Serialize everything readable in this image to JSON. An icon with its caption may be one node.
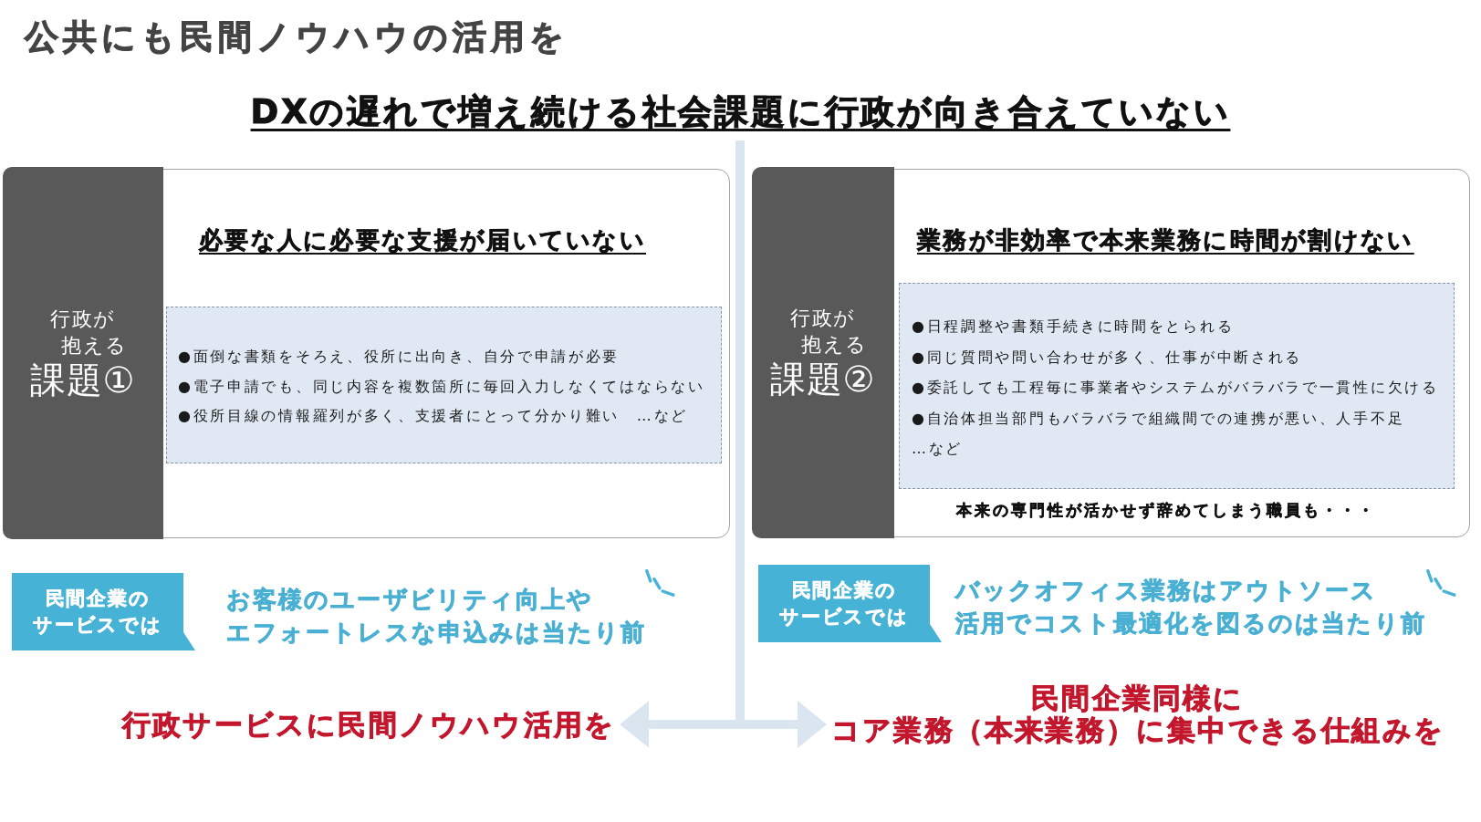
{
  "diagram": {
    "title": "公共にも民間ノウハウの活用を",
    "nodes": [
      {
        "text": [
          "DXの遅れで増え続ける社会課題に行政が向き合えていない"
        ]
      },
      {
        "text": [
          "必要な人に必要な支援が届いていない"
        ]
      },
      {
        "text": [
          "行政が抱える",
          "課題①"
        ],
        "in": 1
      },
      {
        "text": [
          "●面倒な書類をそろえ、役所に出向き、自分で申請が必要",
          "●電子申請でも、同じ内容を複数箇所に毎回入力しなくてはならない",
          "●役所目線の情報羅列が多く、支援者にとって分かり難い　…など"
        ],
        "in": 1
      },
      {
        "text": [
          "業務が非効率で本来業務に時間が割けない",
          "本来の専門性が活かせず辞めてしまう職員も・・・"
        ]
      },
      {
        "text": [
          "行政が抱える",
          "課題②"
        ],
        "in": 4
      },
      {
        "text": [
          "●日程調整や書類手続きに時間をとられる",
          "●同じ質問や問い合わせが多く、仕事が中断される",
          "●委託しても工程毎に事業者やシステムがバラバラで一貫性に欠ける",
          "●自治体担当部門もバラバラで組織間での連携が悪い、人手不足",
          "…など"
        ],
        "in": 4
      },
      {
        "text": [
          "民間企業のサービスでは"
        ]
      },
      {
        "text": [
          "民間企業のサービスでは"
        ]
      },
      {
        "text": [
          "行政サービスに民間ノウハウ活用を"
        ]
      },
      {
        "text": [
          "民間企業同様にコア業務（本来業務）に集中できる仕組みを"
        ]
      }
    ],
    "edges": [
      {
        "from": 0,
        "to": 9,
        "arrow": "to"
      },
      {
        "from": 0,
        "to": 10,
        "arrow": "to"
      }
    ],
    "labels": [
      "お客様のユーザビリティ向上やエフォートレスな申込みは当たり前",
      "バックオフィス業務はアウトソース活用でコスト最適化を図るのは当たり前"
    ]
  }
}
